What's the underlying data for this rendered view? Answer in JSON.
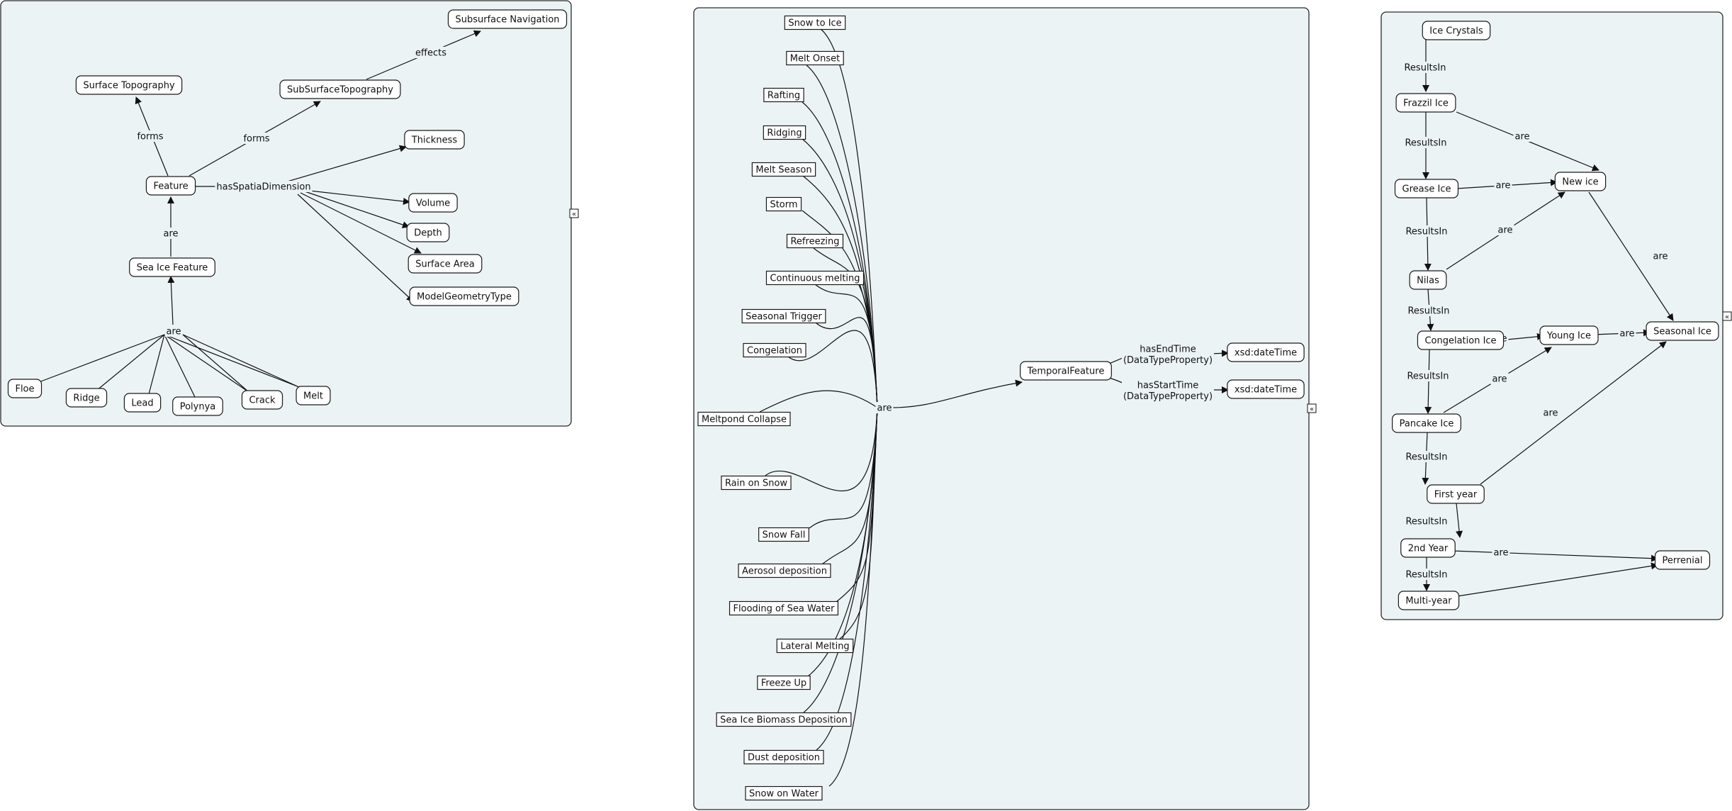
{
  "panels": [
    {
      "id": "p1",
      "nodes": [
        {
          "id": "subsurface_nav",
          "label": "Subsurface Navigation",
          "shape": "rounded"
        },
        {
          "id": "surface_topo",
          "label": "Surface Topography",
          "shape": "rounded"
        },
        {
          "id": "subsurface_topo",
          "label": "SubSurfaceTopography",
          "shape": "rounded"
        },
        {
          "id": "thickness",
          "label": "Thickness",
          "shape": "rounded"
        },
        {
          "id": "feature",
          "label": "Feature",
          "shape": "rounded"
        },
        {
          "id": "volume",
          "label": "Volume",
          "shape": "rounded"
        },
        {
          "id": "depth",
          "label": "Depth",
          "shape": "rounded"
        },
        {
          "id": "surface_area",
          "label": "Surface Area",
          "shape": "rounded"
        },
        {
          "id": "sea_ice_feature",
          "label": "Sea Ice Feature",
          "shape": "rounded"
        },
        {
          "id": "model_geom",
          "label": "ModelGeometryType",
          "shape": "rounded"
        },
        {
          "id": "floe",
          "label": "Floe",
          "shape": "rounded"
        },
        {
          "id": "ridge",
          "label": "Ridge",
          "shape": "rounded"
        },
        {
          "id": "lead",
          "label": "Lead",
          "shape": "rounded"
        },
        {
          "id": "polynya",
          "label": "Polynya",
          "shape": "rounded"
        },
        {
          "id": "crack",
          "label": "Crack",
          "shape": "rounded"
        },
        {
          "id": "melt",
          "label": "Melt",
          "shape": "rounded"
        }
      ],
      "edge_labels": [
        {
          "id": "effects",
          "label": "effects"
        },
        {
          "id": "forms1",
          "label": "forms"
        },
        {
          "id": "forms2",
          "label": "forms"
        },
        {
          "id": "hasSpatia",
          "label": "hasSpatiaDimension"
        },
        {
          "id": "are1",
          "label": "are"
        },
        {
          "id": "are2",
          "label": "are"
        }
      ]
    },
    {
      "id": "p2",
      "nodes": [
        {
          "id": "snow_to_ice",
          "label": "Snow to Ice",
          "shape": "rect"
        },
        {
          "id": "melt_onset",
          "label": "Melt Onset",
          "shape": "rect"
        },
        {
          "id": "rafting",
          "label": "Rafting",
          "shape": "rect"
        },
        {
          "id": "ridging",
          "label": "Ridging",
          "shape": "rect"
        },
        {
          "id": "melt_season",
          "label": "Melt Season",
          "shape": "rect"
        },
        {
          "id": "storm",
          "label": "Storm",
          "shape": "rect"
        },
        {
          "id": "refreezing",
          "label": "Refreezing",
          "shape": "rect"
        },
        {
          "id": "cont_melting",
          "label": "Continuous melting",
          "shape": "rect"
        },
        {
          "id": "seasonal_trigger",
          "label": "Seasonal Trigger",
          "shape": "rect"
        },
        {
          "id": "congelation",
          "label": "Congelation",
          "shape": "rect"
        },
        {
          "id": "meltpond",
          "label": "Meltpond Collapse",
          "shape": "rect"
        },
        {
          "id": "rain_on_snow",
          "label": "Rain on Snow",
          "shape": "rect"
        },
        {
          "id": "snow_fall",
          "label": "Snow Fall",
          "shape": "rect"
        },
        {
          "id": "aerosol",
          "label": "Aerosol deposition",
          "shape": "rect"
        },
        {
          "id": "flooding",
          "label": "Flooding of Sea Water",
          "shape": "rect"
        },
        {
          "id": "lateral",
          "label": "Lateral Melting",
          "shape": "rect"
        },
        {
          "id": "freeze_up",
          "label": "Freeze Up",
          "shape": "rect"
        },
        {
          "id": "biomass",
          "label": "Sea Ice Biomass Deposition",
          "shape": "rect"
        },
        {
          "id": "dust",
          "label": "Dust deposition",
          "shape": "rect"
        },
        {
          "id": "snow_on_water",
          "label": "Snow on Water",
          "shape": "rect"
        },
        {
          "id": "temporal",
          "label": "TemporalFeature",
          "shape": "rounded"
        },
        {
          "id": "xsd1",
          "label": "xsd:dateTime",
          "shape": "rounded"
        },
        {
          "id": "xsd2",
          "label": "xsd:dateTime",
          "shape": "rounded"
        }
      ],
      "edge_labels": [
        {
          "id": "are",
          "label": "are"
        },
        {
          "id": "endtime",
          "label": "hasEndTime",
          "sub": "(DataTypeProperty)"
        },
        {
          "id": "starttime",
          "label": "hasStartTime",
          "sub": "(DataTypeProperty)"
        }
      ]
    },
    {
      "id": "p3",
      "nodes": [
        {
          "id": "ice_crystals",
          "label": "Ice Crystals",
          "shape": "rounded"
        },
        {
          "id": "frazzil",
          "label": "Frazzil Ice",
          "shape": "rounded"
        },
        {
          "id": "new_ice",
          "label": "New ice",
          "shape": "rounded"
        },
        {
          "id": "grease",
          "label": "Grease Ice",
          "shape": "rounded"
        },
        {
          "id": "nilas",
          "label": "Nilas",
          "shape": "rounded"
        },
        {
          "id": "congelation_ice",
          "label": "Congelation Ice",
          "shape": "rounded"
        },
        {
          "id": "young_ice",
          "label": "Young Ice",
          "shape": "rounded"
        },
        {
          "id": "seasonal_ice",
          "label": "Seasonal Ice",
          "shape": "rounded"
        },
        {
          "id": "pancake",
          "label": "Pancake Ice",
          "shape": "rounded"
        },
        {
          "id": "first_year",
          "label": "First year",
          "shape": "rounded"
        },
        {
          "id": "second_year",
          "label": "2nd Year",
          "shape": "rounded"
        },
        {
          "id": "perrenial",
          "label": "Perrenial",
          "shape": "rounded"
        },
        {
          "id": "multi_year",
          "label": "Multi-year",
          "shape": "rounded"
        }
      ],
      "edge_labels": [
        {
          "id": "r1",
          "label": "ResultsIn"
        },
        {
          "id": "r2",
          "label": "ResultsIn"
        },
        {
          "id": "r3",
          "label": "ResultsIn"
        },
        {
          "id": "r4",
          "label": "ResultsIn"
        },
        {
          "id": "r5",
          "label": "ResultsIn"
        },
        {
          "id": "r6",
          "label": "ResultsIn"
        },
        {
          "id": "r7",
          "label": "ResultsIn"
        },
        {
          "id": "r8",
          "label": "ResultsIn"
        },
        {
          "id": "a1",
          "label": "are"
        },
        {
          "id": "a2",
          "label": "are"
        },
        {
          "id": "a3",
          "label": "are"
        },
        {
          "id": "a4",
          "label": "are"
        },
        {
          "id": "a5",
          "label": "are"
        },
        {
          "id": "a6",
          "label": "are"
        },
        {
          "id": "a7",
          "label": "are"
        },
        {
          "id": "a8",
          "label": "are"
        },
        {
          "id": "a9",
          "label": "are"
        }
      ]
    }
  ],
  "collapse_glyph": "«"
}
